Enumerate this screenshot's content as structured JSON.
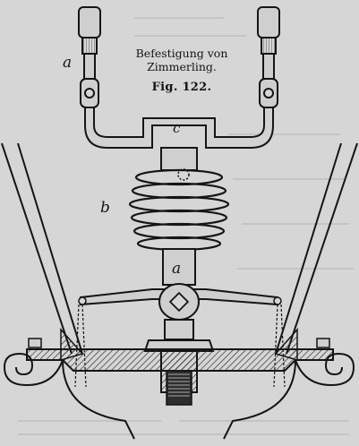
{
  "caption": {
    "line1": "Befestigung von",
    "line2": "Zimmerling.",
    "figure_number": "Fig. 122."
  },
  "labels": {
    "a_left": "a",
    "c": "c",
    "b": "b",
    "a_bolt": "a"
  },
  "colors": {
    "paper": "#d6d6d6",
    "ink": "#141414",
    "hatch": "#555555"
  }
}
